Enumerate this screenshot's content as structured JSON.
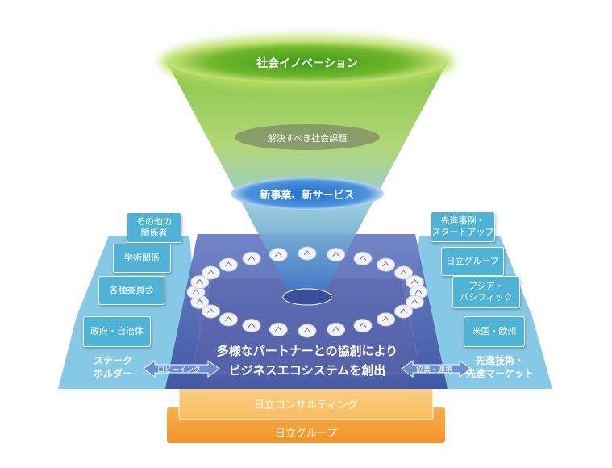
{
  "funnel": {
    "top_label": "社会イノベーション",
    "mid_label": "解決すべき社会課題",
    "low_label": "新事業、新サービス"
  },
  "center": {
    "line1": "多様なパートナーとの協創により",
    "line2": "ビジネスエコシステムを創出"
  },
  "left": {
    "boxes": [
      {
        "line1": "その他の",
        "line2": "関係者"
      },
      {
        "line1": "学術関係",
        "line2": ""
      },
      {
        "line1": "各種委員会",
        "line2": ""
      },
      {
        "line1": "政府・自治体",
        "line2": ""
      }
    ],
    "title_line1": "ステーク",
    "title_line2": "ホルダー",
    "arrow_label": "ロビーイング"
  },
  "right": {
    "boxes": [
      {
        "line1": "先進事例・",
        "line2": "スタートアップ"
      },
      {
        "line1": "日立グループ",
        "line2": ""
      },
      {
        "line1": "アジア・",
        "line2": "パシフィック"
      },
      {
        "line1": "米国・欧州",
        "line2": ""
      }
    ],
    "title_line1": "先進技術・",
    "title_line2": "先進マーケット",
    "arrow_label": "協業・連携"
  },
  "base": {
    "layer1": "日立コンサルティング",
    "layer2": "日立グループ"
  },
  "colors": {
    "funnel_green": "#8cc63f",
    "funnel_blue": "#3a8fd0",
    "platform": "#4a63b0",
    "side_panel": "#7cc4e4",
    "side_box": "#4fb3d8",
    "orange_layer": "#f5a13a",
    "orange_light": "#f9c878"
  },
  "icons": [
    "monitor",
    "cart",
    "target",
    "globe",
    "chat",
    "wrench",
    "flask",
    "gear",
    "person",
    "bulb",
    "chart",
    "ship",
    "factory",
    "pie",
    "car",
    "building",
    "book",
    "hospital",
    "tree",
    "pen",
    "anchor",
    "truck",
    "coins",
    "box"
  ]
}
